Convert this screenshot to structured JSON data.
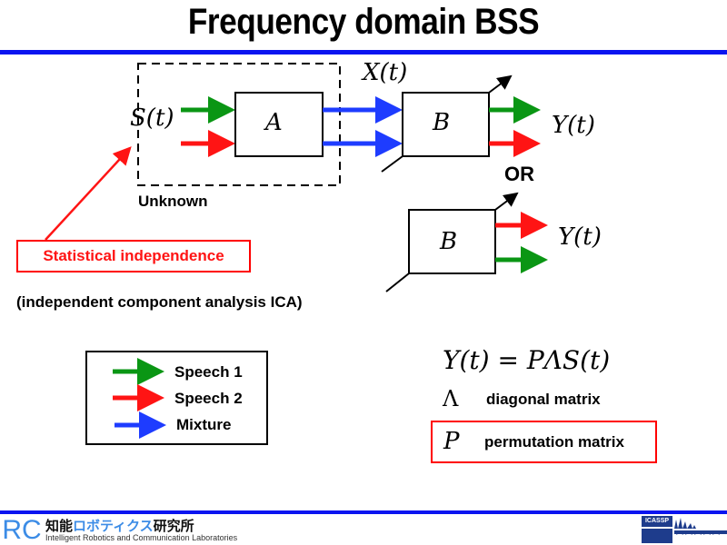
{
  "title": "Frequency domain BSS",
  "diagram": {
    "source_label": "S(t)",
    "mixing_block": "A",
    "mixture_label": "X(t)",
    "separation_block": "B",
    "output_label": "Y(t)",
    "unknown_label": "Unknown",
    "or_label": "OR",
    "alt_separation_block": "B",
    "alt_output_label": "Y(t)",
    "independence_label": "Statistical independence",
    "ica_label": "(independent component analysis ICA)"
  },
  "legend": {
    "items": [
      {
        "label": "Speech 1",
        "color": "#0a9614"
      },
      {
        "label": "Speech 2",
        "color": "#ff1414"
      },
      {
        "label": "Mixture",
        "color": "#1e3cff"
      }
    ]
  },
  "equation": {
    "formula": "Y(t) = PΛS(t)",
    "lambda_symbol": "Λ",
    "lambda_desc": "diagonal matrix",
    "p_symbol": "P",
    "p_desc": "permutation matrix"
  },
  "footer": {
    "logo_abbrev": "IRC",
    "logo_jp_black1": "知能",
    "logo_jp_blue": "ロボティクス",
    "logo_jp_black2": "研究所",
    "logo_en": "Intelligent Robotics and Communication Laboratories",
    "conf_badge": "ICASSP"
  },
  "colors": {
    "accent_blue": "#0a14f0",
    "green": "#0a9614",
    "red": "#ff1414",
    "blue": "#1e3cff"
  }
}
